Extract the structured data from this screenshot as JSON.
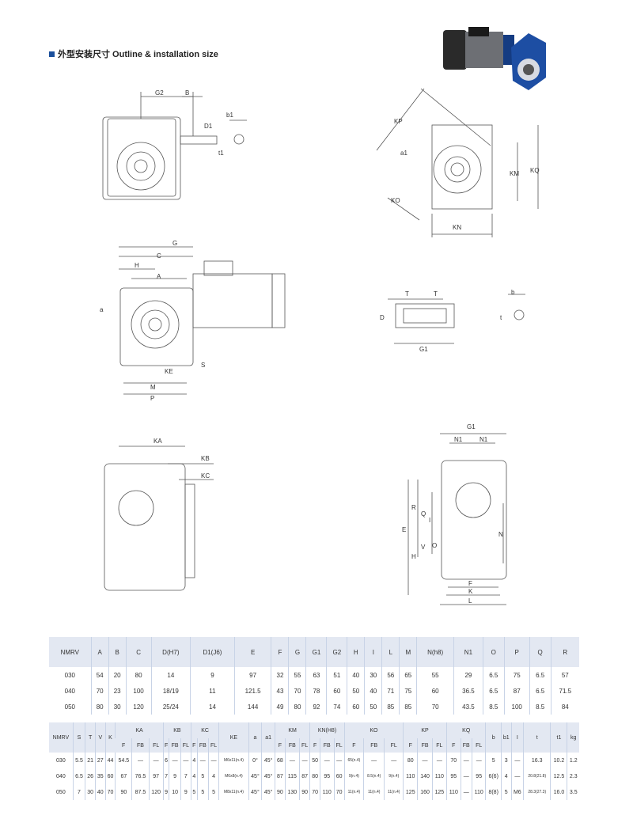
{
  "heading": {
    "text": "外型安装尺寸 Outline & installation size"
  },
  "labels": {
    "g2": "G2",
    "b": "B",
    "d1": "D1",
    "b1": "b1",
    "t1": "t1",
    "kp": "KP",
    "a1": "a1",
    "km": "KM",
    "kq": "KQ",
    "ko": "KO",
    "kn": "KN",
    "g": "G",
    "c": "C",
    "h": "H",
    "a": "A",
    "alpha": "a",
    "ke": "KE",
    "s": "S",
    "m": "M",
    "p": "P",
    "t": "T",
    "d": "D",
    "g1": "G1",
    "bb": "b",
    "tt": "t",
    "ka": "KA",
    "kb": "KB",
    "kc": "KC",
    "n1": "N1",
    "r": "R",
    "q": "Q",
    "i": "I",
    "e": "E",
    "v": "V",
    "o": "O",
    "hh": "H",
    "n": "N",
    "f": "F",
    "k": "K",
    "l": "L"
  },
  "table1": {
    "headers": [
      "NMRV",
      "A",
      "B",
      "C",
      "D(H7)",
      "D1(J6)",
      "E",
      "F",
      "G",
      "G1",
      "G2",
      "H",
      "I",
      "L",
      "M",
      "N(h8)",
      "N1",
      "O",
      "P",
      "Q",
      "R"
    ],
    "rows": [
      [
        "030",
        "54",
        "20",
        "80",
        "14",
        "9",
        "97",
        "32",
        "55",
        "63",
        "51",
        "40",
        "30",
        "56",
        "65",
        "55",
        "29",
        "6.5",
        "75",
        "6.5",
        "57"
      ],
      [
        "040",
        "70",
        "23",
        "100",
        "18/19",
        "11",
        "121.5",
        "43",
        "70",
        "78",
        "60",
        "50",
        "40",
        "71",
        "75",
        "60",
        "36.5",
        "6.5",
        "87",
        "6.5",
        "71.5"
      ],
      [
        "050",
        "80",
        "30",
        "120",
        "25/24",
        "14",
        "144",
        "49",
        "80",
        "92",
        "74",
        "60",
        "50",
        "85",
        "85",
        "70",
        "43.5",
        "8.5",
        "100",
        "8.5",
        "84"
      ]
    ]
  },
  "table2": {
    "group_headers": [
      "NMRV",
      "S",
      "T",
      "V",
      "K",
      "KA",
      "KB",
      "KC",
      "KE",
      "a",
      "a1",
      "KM",
      "KN(H8)",
      "KO",
      "KP",
      "KQ",
      "b",
      "b1",
      "I",
      "t",
      "t1",
      "kg"
    ],
    "sub_headers": [
      "F",
      "FB",
      "FL"
    ],
    "rows": [
      [
        "030",
        "5.5",
        "21",
        "27",
        "44",
        "54.5",
        "—",
        "—",
        "6",
        "—",
        "—",
        "4",
        "—",
        "—",
        "M6x11(n.4)",
        "0°",
        "45°",
        "68",
        "—",
        "—",
        "50",
        "—",
        "—",
        "65(n.4)",
        "—",
        "—",
        "80",
        "—",
        "—",
        "70",
        "—",
        "—",
        "5",
        "3",
        "—",
        "16.3",
        "10.2",
        "1.2"
      ],
      [
        "040",
        "6.5",
        "26",
        "35",
        "60",
        "67",
        "76.5",
        "97",
        "7",
        "9",
        "7",
        "4",
        "5",
        "4",
        "M6x8(n.4)",
        "45°",
        "45°",
        "87",
        "115",
        "87",
        "80",
        "95",
        "60",
        "9(n.4)",
        "8.5(n.4)",
        "9(n.4)",
        "110",
        "140",
        "110",
        "95",
        "—",
        "95",
        "6(6)",
        "4",
        "—",
        "20.8(21.8)",
        "12.5",
        "2.3"
      ],
      [
        "050",
        "7",
        "30",
        "40",
        "70",
        "90",
        "87.5",
        "120",
        "9",
        "10",
        "9",
        "5",
        "5",
        "5",
        "M8x11(n.4)",
        "45°",
        "45°",
        "90",
        "130",
        "90",
        "70",
        "110",
        "70",
        "11(n.4)",
        "11(n.4)",
        "11(n.4)",
        "125",
        "160",
        "125",
        "110",
        "—",
        "110",
        "8(8)",
        "5",
        "M6",
        "28.3(27.3)",
        "16.0",
        "3.5"
      ]
    ]
  },
  "colors": {
    "accent": "#1a4f9c",
    "header_bg": "#e3e8f2",
    "line": "#555555",
    "motor_blue": "#1d4ea3"
  }
}
